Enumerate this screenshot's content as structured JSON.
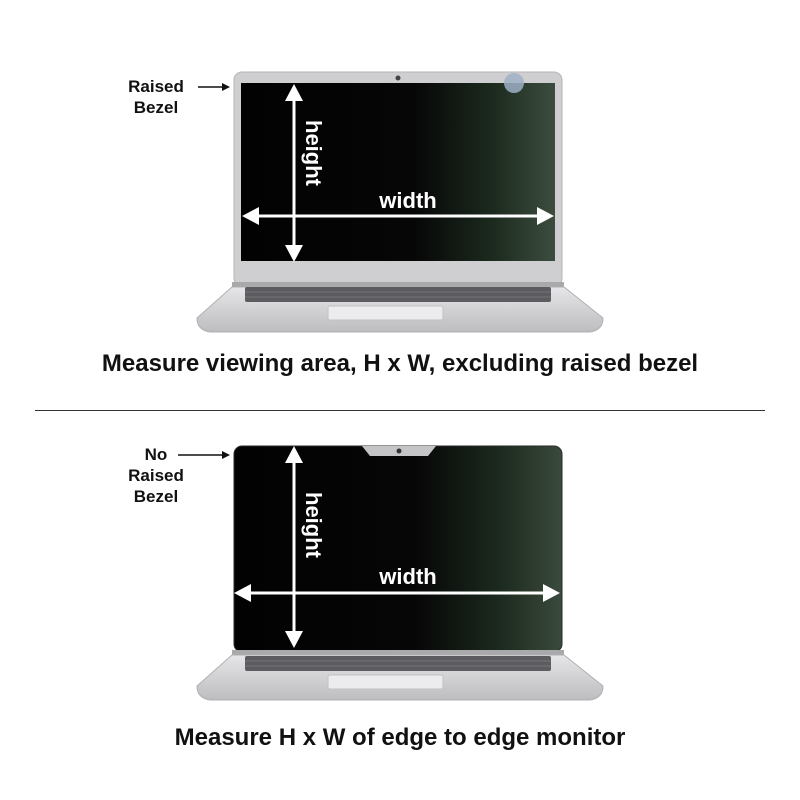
{
  "top": {
    "side_label_line1": "Raised",
    "side_label_line2": "Bezel",
    "height_label": "height",
    "width_label": "width",
    "caption": "Measure viewing area, H x W, excluding raised bezel"
  },
  "bottom": {
    "side_label_line1": "No",
    "side_label_line2": "Raised",
    "side_label_line3": "Bezel",
    "height_label": "height",
    "width_label": "width",
    "caption": "Measure H x W of edge to edge monitor"
  },
  "colors": {
    "screen": "#050505",
    "laptop_body": "#d8d8da",
    "bezel_silver": "#c9c9cb",
    "arrow": "#ffffff"
  }
}
